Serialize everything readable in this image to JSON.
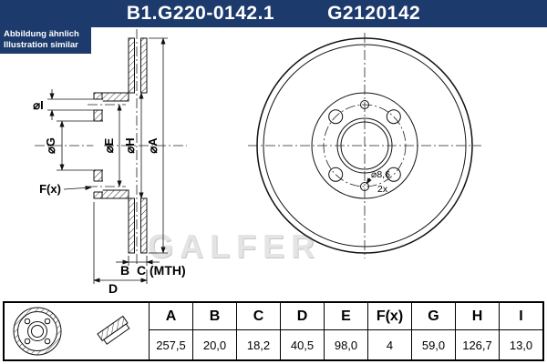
{
  "colors": {
    "navy": "#1c3a6b",
    "watermark": "#e4e4e4"
  },
  "header": {
    "part_number": "B1.G220-0142.1",
    "oe_number": "G2120142"
  },
  "note": {
    "line1": "Abbildung ähnlich",
    "line2": "Illustration similar"
  },
  "drawing": {
    "watermark": "GALFER",
    "labels": {
      "dia_i": "⌀I",
      "dia_g": "⌀G",
      "dia_e": "⌀E",
      "dia_h": "⌀H",
      "dia_a": "⌀A",
      "f": "F(x)",
      "b": "B",
      "c_mth": "C (MTH)",
      "d": "D",
      "pin_hole": "⌀8,6",
      "pin_count": "2x"
    }
  },
  "table": {
    "headers": [
      "A",
      "B",
      "C",
      "D",
      "E",
      "F(x)",
      "G",
      "H",
      "I"
    ],
    "values": [
      "257,5",
      "20,0",
      "18,2",
      "40,5",
      "98,0",
      "4",
      "59,0",
      "126,7",
      "13,0"
    ]
  }
}
